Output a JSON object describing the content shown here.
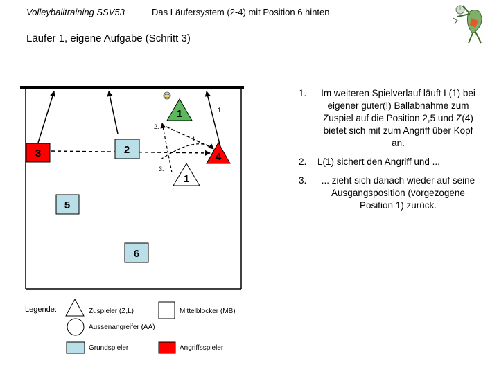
{
  "header": {
    "left": "Volleyballtraining SSV53",
    "title": "Das Läufersystem (2-4) mit Position 6 hinten"
  },
  "subtitle": "Läufer 1, eigene Aufgabe  (Schritt 3)",
  "players": {
    "p1_top": "1",
    "p1_bottom": "1",
    "p2": "2",
    "p3": "3",
    "p4": "4",
    "p5": "5",
    "p6": "6"
  },
  "step_labels": {
    "s1_top": "1.",
    "s1_mid": "1.",
    "s2": "2.",
    "s3": "3."
  },
  "notes": [
    {
      "num": "1.",
      "text": "Im weiteren Spielverlauf läuft L(1) bei eigener guter(!) Ballabnahme zum Zuspiel auf die Position 2,5 und Z(4) bietet sich mit zum Angriff über Kopf an."
    },
    {
      "num": "2.",
      "text": "L(1) sichert den Angriff und ..."
    },
    {
      "num": "3.",
      "text": "... zieht sich danach wieder auf seine Ausgangsposition (vorgezogene Position 1) zurück."
    }
  ],
  "legend": {
    "title": "Legende:",
    "zuspieler": "Zuspieler (Z,L)",
    "mittelblocker": "Mittelblocker (MB)",
    "aussenangreifer": "Aussenangreifer (AA)",
    "grundspieler": "Grundspieler",
    "angriffsspieler": "Angriffsspieler"
  },
  "colors": {
    "grundspieler": "#b9dfe8",
    "angriffsspieler": "#ff0000",
    "court_line": "#000000"
  }
}
